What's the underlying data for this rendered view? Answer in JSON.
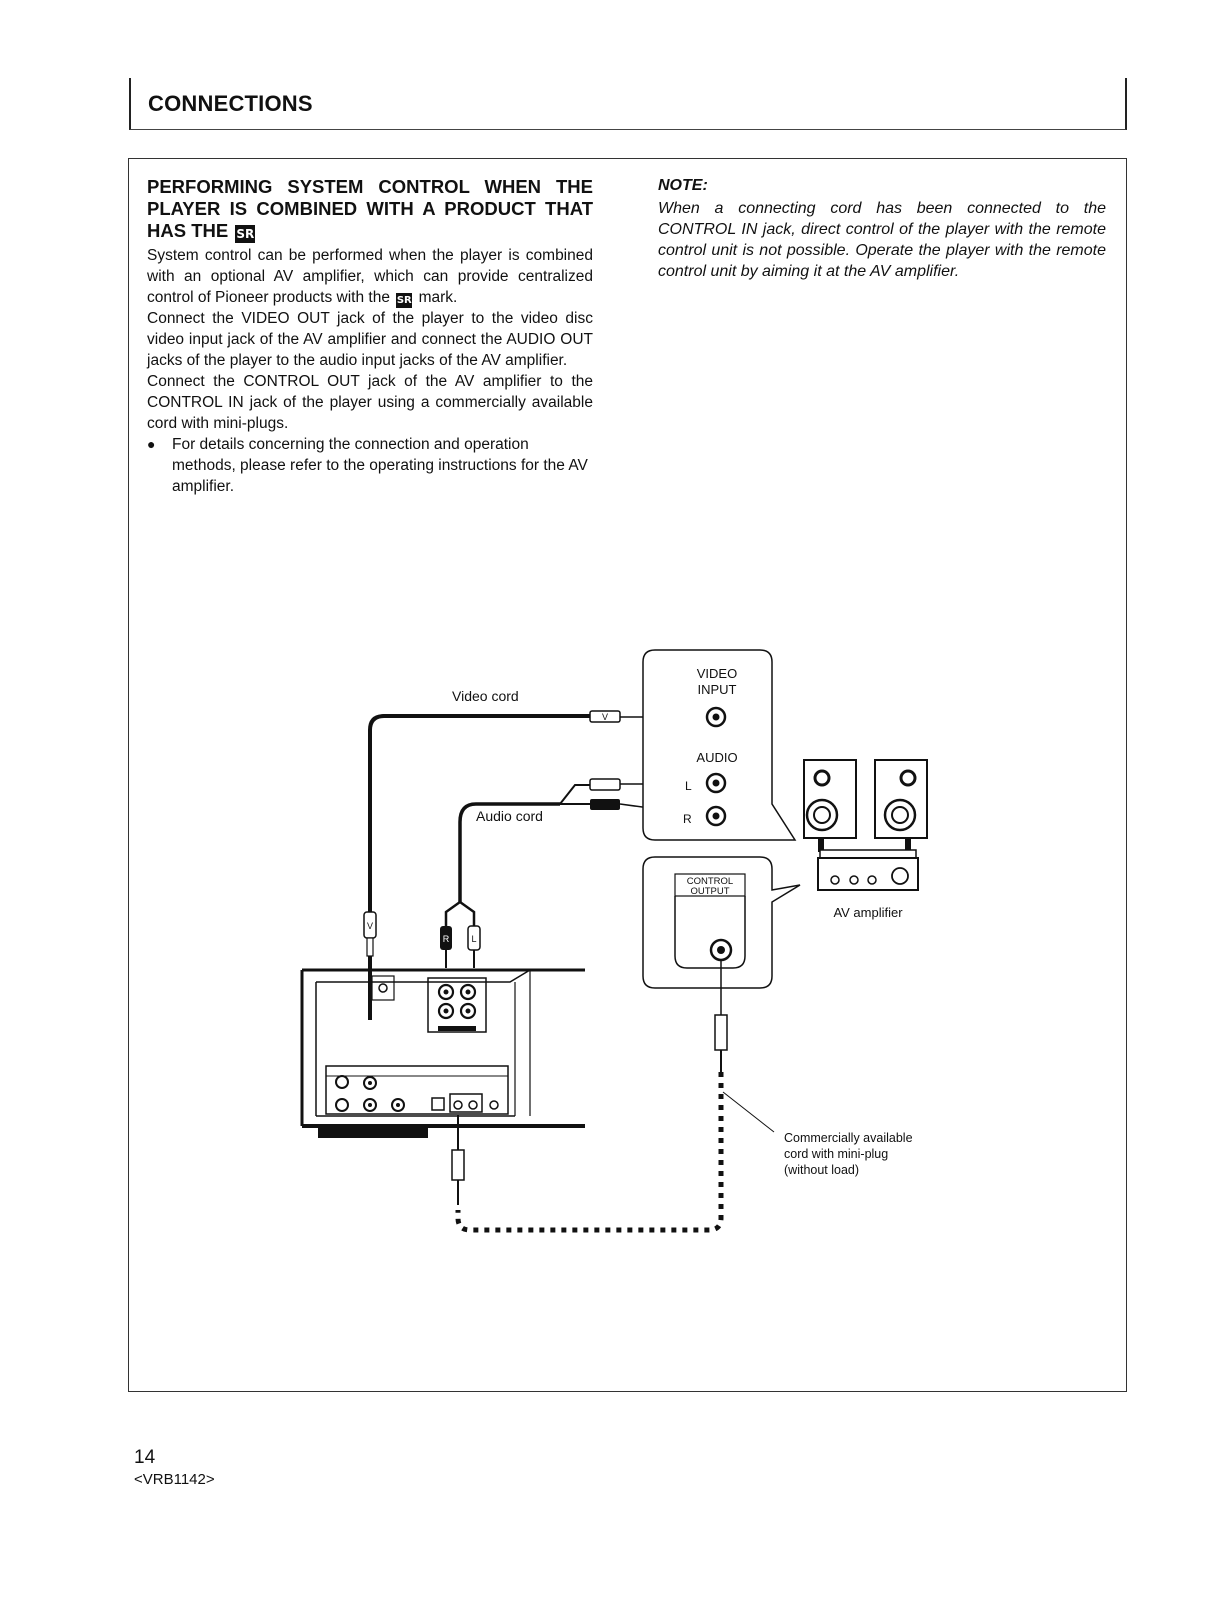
{
  "header": {
    "title": "CONNECTIONS"
  },
  "section": {
    "heading": "PERFORMING SYSTEM CONTROL WHEN THE PLAYER IS COMBINED WITH A PRODUCT THAT HAS THE",
    "sr_mark": "SR",
    "p1_before": "System control can be performed when the player is combined with an optional AV amplifier, which can provide centralized control of Pioneer products with the",
    "p1_after": "mark.",
    "p2": "Connect the VIDEO OUT jack of the player to the video disc video input jack of the AV amplifier and connect the AUDIO OUT jacks of the player to the audio input jacks of the AV amplifier.",
    "p3": "Connect the CONTROL OUT jack of the AV amplifier to the CONTROL IN jack of the player using a commercially available cord with mini-plugs.",
    "bullet": "For details concerning the connection and operation methods, please refer to the operating instructions for the AV amplifier."
  },
  "note": {
    "title": "NOTE:",
    "text": "When a connecting cord has been connected to the CONTROL IN jack, direct control of the player with the remote control unit is not possible. Operate the player with the remote control unit by aiming it at the AV amplifier."
  },
  "diagram": {
    "video_cord": "Video cord",
    "audio_cord": "Audio cord",
    "video_input_line1": "VIDEO",
    "video_input_line2": "INPUT",
    "audio_label": "AUDIO",
    "l_label": "L",
    "r_label": "R",
    "control_output_line1": "CONTROL",
    "control_output_line2": "OUTPUT",
    "av_amplifier": "AV amplifier",
    "commercial_line1": "Commercially available",
    "commercial_line2": "cord with mini-plug",
    "commercial_line3": "(without load)",
    "plug_v": "V",
    "plug_r": "R",
    "plug_l": "L"
  },
  "footer": {
    "page_number": "14",
    "code": "<VRB1142>"
  }
}
